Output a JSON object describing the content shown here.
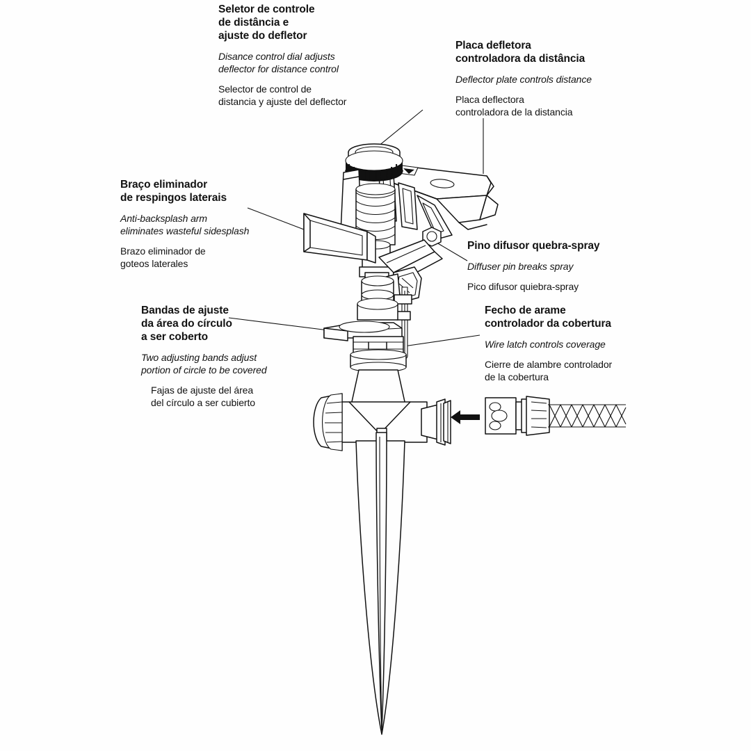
{
  "diagram": {
    "title": "Impact sprinkler on spike — labeled parts diagram",
    "background_color": "#fefefe",
    "line_color": "#111111"
  },
  "callouts": [
    {
      "id": "distance-control-dial",
      "pt": [
        "Seletor de controle",
        "de distância e",
        "ajuste do defletor"
      ],
      "en": [
        "Disance control dial adjusts",
        "deflector for distance control"
      ],
      "es": [
        "Selector de control de",
        "distancia y ajuste del deflector"
      ]
    },
    {
      "id": "deflector-plate",
      "pt": [
        "Placa defletora",
        "controladora da distância"
      ],
      "en": [
        "Deflector plate controls distance"
      ],
      "es": [
        "Placa deflectora",
        "controladora de la distancia"
      ]
    },
    {
      "id": "anti-backsplash-arm",
      "pt": [
        "Braço eliminador",
        "de respingos laterais"
      ],
      "en": [
        "Anti-backsplash arm",
        "eliminates wasteful sidesplash"
      ],
      "es": [
        "Brazo eliminador de",
        "goteos laterales"
      ]
    },
    {
      "id": "diffuser-pin",
      "pt": [
        "Pino difusor quebra-spray"
      ],
      "en": [
        "Diffuser pin breaks spray"
      ],
      "es": [
        "Pico difusor quiebra-spray"
      ]
    },
    {
      "id": "adjusting-bands",
      "pt": [
        "Bandas de ajuste",
        "da área do círculo",
        "a ser coberto"
      ],
      "en": [
        "Two adjusting bands adjust",
        "portion of circle to be covered"
      ],
      "es": [
        "Fajas de ajuste del área",
        "del círculo a ser cubierto"
      ]
    },
    {
      "id": "wire-latch",
      "pt": [
        "Fecho de arame",
        "controlador da cobertura"
      ],
      "en": [
        "Wire latch controls coverage"
      ],
      "es": [
        "Cierre de alambre controlador",
        "de la cobertura"
      ]
    }
  ],
  "parts": {
    "dial": "knurled-distance-dial",
    "spring": "coil-spring",
    "deflector_arm": "impact-deflector-arm",
    "backsplash_paddle": "anti-backsplash-paddle",
    "pivot_nut": "hex-pivot-nut",
    "bands_collar": "adjusting-bands-collar",
    "wire_latch": "wire-latch",
    "base_tee": "tee-shaped-base",
    "end_cap": "fluted-end-cap",
    "hose_outlet": "threaded-hose-outlet",
    "spike": "ground-spike",
    "connector": "quick-connect-coupling",
    "hose": "braided-hose",
    "arrow": "attach-direction-arrow"
  }
}
